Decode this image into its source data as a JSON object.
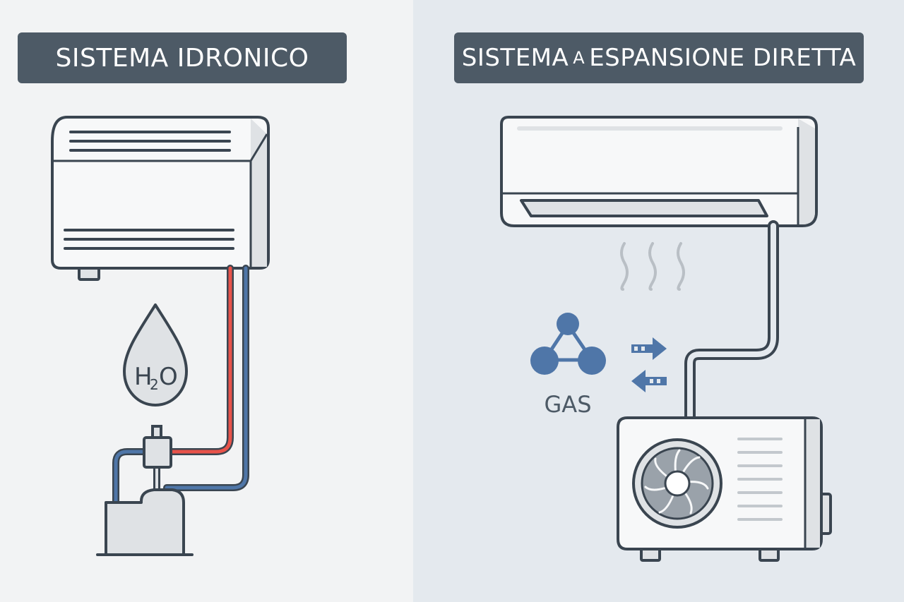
{
  "left": {
    "title": "SISTEMA IDRONICO",
    "water_label_main": "H",
    "water_label_sub": "2",
    "water_label_end": "O",
    "colors": {
      "hot_pipe": "#e8534a",
      "cold_pipe": "#4f76a8"
    }
  },
  "right": {
    "title_part1": "SISTEMA",
    "title_part2": "A",
    "title_part3": "ESPANSIONE DIRETTA",
    "gas_label": "GAS",
    "colors": {
      "molecule": "#4f76a8",
      "arrows": "#4f76a8"
    }
  },
  "colors": {
    "outline": "#3a4550",
    "unit_fill": "#f7f8f9",
    "unit_shade": "#dfe2e5",
    "badge": "#4d5a66"
  }
}
